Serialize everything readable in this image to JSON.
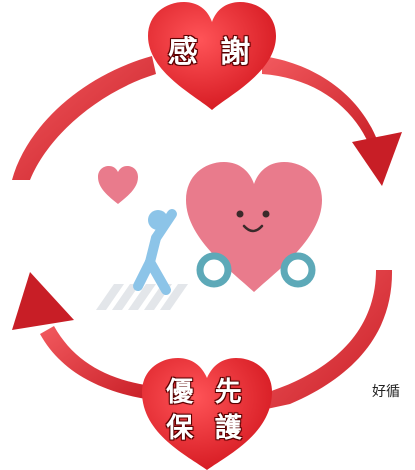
{
  "diagram": {
    "top_heart_text": "感 謝",
    "bottom_heart_text_line1": "優 先",
    "bottom_heart_text_line2": "保 護",
    "caption": "好循"
  },
  "colors": {
    "heart_red": "#e8202a",
    "arrow_red": "#d9252d",
    "illustration_heart": "#e97b8c",
    "pedestrian_blue": "#8cc4e8",
    "wheel_teal": "#5da9b8",
    "crosswalk": "#e3e6ea"
  },
  "icons": {
    "center": "pedestrian-and-heart-car-illustration"
  }
}
